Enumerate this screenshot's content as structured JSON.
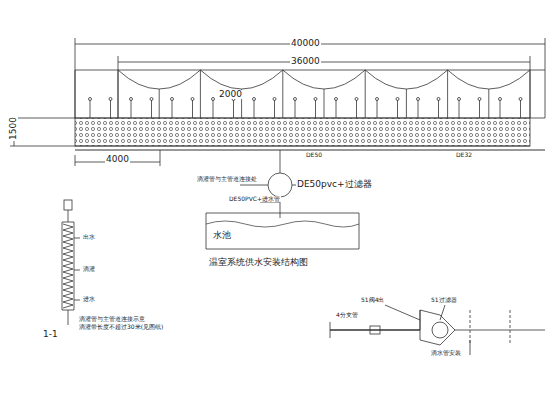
{
  "diagram": {
    "nodes": [
      {
        "text": [
          "水池"
        ]
      }
    ],
    "labels": [
      "40000",
      "36000",
      "2000",
      "1500",
      "4000",
      "DE50",
      "DE32",
      "滴灌管与主管道连接处",
      "DE50pvc+过滤器",
      "DE50PVC+进水管",
      "温室系统供水安装结构图",
      "1-1",
      "出水",
      "滴灌",
      "进水",
      "滴灌管与主管道连接示意",
      "滴灌带长度不超过30米(见图纸)",
      "4分支管",
      "51阀4出",
      "51过滤器",
      "滴水管安装"
    ]
  }
}
